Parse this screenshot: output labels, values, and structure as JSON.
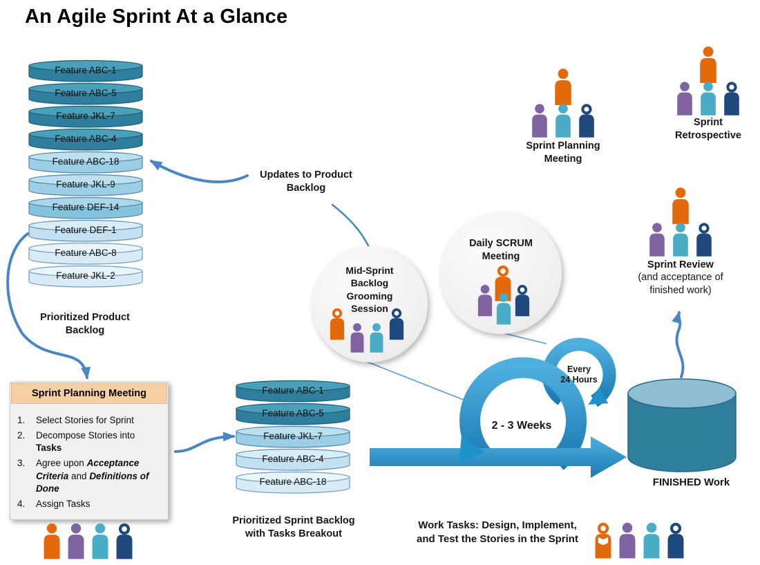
{
  "title": "An Agile Sprint At a Glance",
  "palette": {
    "orange": "#E4690B",
    "purple": "#8064A2",
    "teal": "#4BACC6",
    "navy": "#1F497D",
    "arrow_blue": "#4A86C6",
    "loop_blue_light": "#4FB0DF",
    "loop_blue_dark": "#1A7AB2",
    "loop_blue": "#2191CC",
    "box_header_bg": "#F9CFA4",
    "box_body_bg": "#F1F1F1",
    "cylinders": {
      "dark": {
        "body": "#2F7E9D",
        "top": "#49A0B8",
        "stroke": "#1E5E78"
      },
      "medium": {
        "body": "#9CCFE5",
        "top": "#BCE0EE",
        "stroke": "#4E84AE"
      },
      "meddark": {
        "body": "#86C3DC",
        "top": "#A9D6E8",
        "stroke": "#4E84AE"
      },
      "light": {
        "body": "#C3E1F0",
        "top": "#D9EDF7",
        "stroke": "#5E8FB4"
      },
      "lighter": {
        "body": "#D9EBF6",
        "top": "#E9F4FB",
        "stroke": "#6E9CBE"
      }
    },
    "finished_body": "#2E7E9C",
    "finished_top": "#8FBDD1"
  },
  "product_backlog": {
    "label": "Prioritized Product\nBacklog",
    "items": [
      {
        "label": "Feature ABC-1",
        "tone": "dark"
      },
      {
        "label": "Feature ABC-5",
        "tone": "dark"
      },
      {
        "label": "Feature JKL-7",
        "tone": "dark"
      },
      {
        "label": "Feature ABC-4",
        "tone": "dark"
      },
      {
        "label": "Feature ABC-18",
        "tone": "medium"
      },
      {
        "label": "Feature JKL-9",
        "tone": "medium"
      },
      {
        "label": "Feature DEF-14",
        "tone": "meddark"
      },
      {
        "label": "Feature DEF-1",
        "tone": "light"
      },
      {
        "label": "Feature ABC-8",
        "tone": "lighter"
      },
      {
        "label": "Feature JKL-2",
        "tone": "lighter"
      }
    ]
  },
  "sprint_backlog": {
    "label": "Prioritized Sprint Backlog\nwith Tasks Breakout",
    "items": [
      {
        "label": "Feature ABC-1",
        "tone": "dark"
      },
      {
        "label": "Feature ABC-5",
        "tone": "dark"
      },
      {
        "label": "Feature JKL-7",
        "tone": "medium"
      },
      {
        "label": "Feature ABC-4",
        "tone": "light"
      },
      {
        "label": "Feature ABC-18",
        "tone": "lighter"
      }
    ]
  },
  "planning_box": {
    "title": "Sprint Planning Meeting",
    "items": [
      {
        "num": "1.",
        "parts": [
          {
            "text": "Select Stories for Sprint"
          }
        ]
      },
      {
        "num": "2.",
        "parts": [
          {
            "text": "Decompose Stories into "
          },
          {
            "text": "Tasks",
            "style": "b"
          }
        ]
      },
      {
        "num": "3.",
        "parts": [
          {
            "text": "Agree upon "
          },
          {
            "text": "Acceptance Criteria",
            "style": "bi"
          },
          {
            "text": " and "
          },
          {
            "text": "Definitions of Done",
            "style": "bi"
          }
        ]
      },
      {
        "num": "4.",
        "parts": [
          {
            "text": "Assign Tasks"
          }
        ]
      }
    ]
  },
  "annotations": {
    "updates_label": "Updates to Product\nBacklog",
    "weeks_label": "2 - 3 Weeks",
    "every24_label": "Every\n24 Hours",
    "work_tasks_label": "Work Tasks: Design, Implement,\nand Test the Stories in the Sprint",
    "finished_label": "FINISHED Work"
  },
  "groups": {
    "sprint_planning": {
      "label": "Sprint Planning\nMeeting"
    },
    "sprint_retrospective": {
      "label": "Sprint\nRetrospective"
    },
    "sprint_review": {
      "label": "Sprint Review",
      "sublabel": "(and acceptance of\nfinished work)"
    },
    "mid_sprint": {
      "label": "Mid-Sprint\nBacklog\nGrooming\nSession"
    },
    "daily_scrum": {
      "label": "Daily SCRUM\nMeeting"
    }
  },
  "people": {
    "sprint_planning": {
      "top": {
        "c": "orange"
      },
      "row": [
        {
          "c": "purple"
        },
        {
          "c": "teal"
        },
        {
          "c": "navy",
          "hollow": true
        }
      ]
    },
    "sprint_retrospective": {
      "top": {
        "c": "orange"
      },
      "row": [
        {
          "c": "purple"
        },
        {
          "c": "teal"
        },
        {
          "c": "navy",
          "hollow": true
        }
      ]
    },
    "sprint_review": {
      "top": {
        "c": "orange"
      },
      "row": [
        {
          "c": "purple"
        },
        {
          "c": "teal"
        },
        {
          "c": "navy",
          "hollow": true
        }
      ]
    },
    "mid_sprint": {
      "figures": [
        {
          "c": "orange",
          "hollow": true
        },
        {
          "c": "purple"
        },
        {
          "c": "teal"
        },
        {
          "c": "navy",
          "hollow": true
        }
      ]
    },
    "daily_scrum": {
      "figures": [
        {
          "c": "purple"
        },
        {
          "c": "orange",
          "hollow": true
        },
        {
          "c": "teal"
        },
        {
          "c": "navy",
          "hollow": true
        }
      ]
    },
    "planning_attendees": [
      {
        "c": "orange"
      },
      {
        "c": "purple"
      },
      {
        "c": "teal"
      },
      {
        "c": "navy",
        "hollow": true
      }
    ],
    "work_team": [
      {
        "c": "orange",
        "hollow": true,
        "reading": true
      },
      {
        "c": "purple"
      },
      {
        "c": "teal"
      },
      {
        "c": "navy",
        "hollow": true
      }
    ]
  }
}
